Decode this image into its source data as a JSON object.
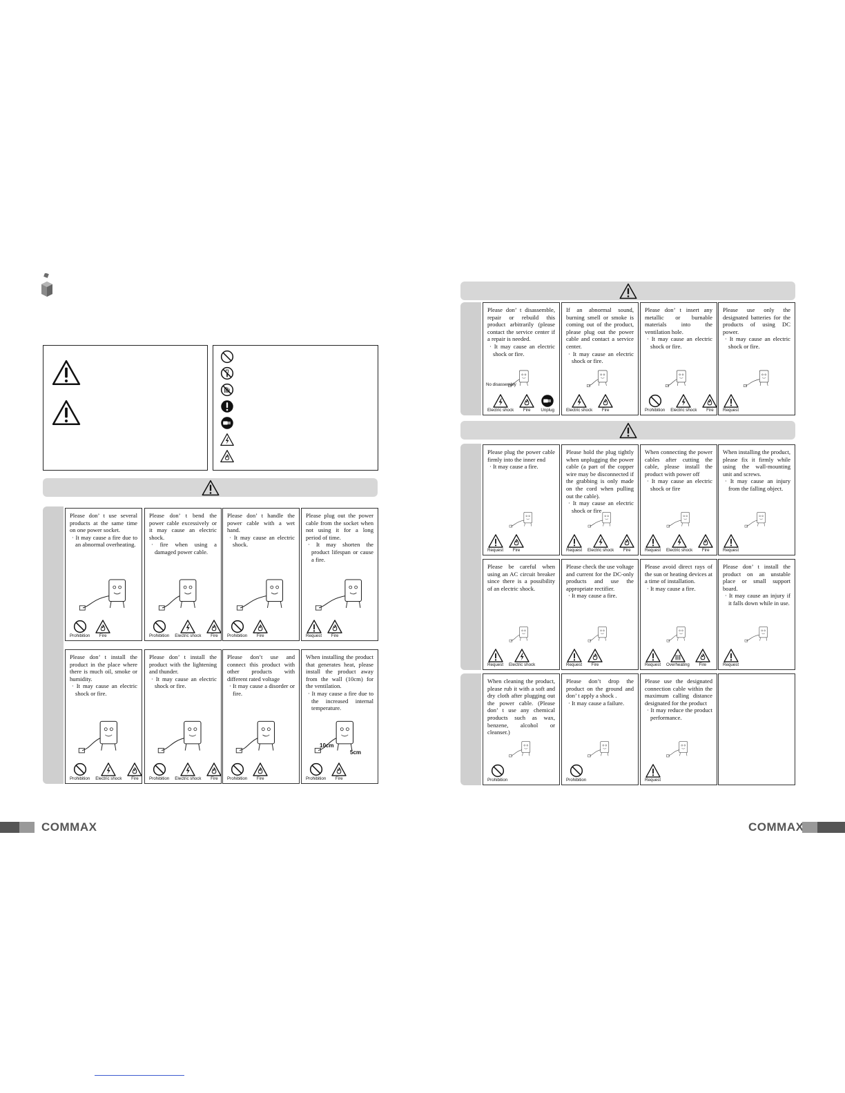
{
  "brand": {
    "left_logo": "COMMAX",
    "right_logo": "COMMAX"
  },
  "left_page": {
    "row1": [
      {
        "lines": [
          "Please don’ t use several products at the same time on one power socket."
        ],
        "subs": [
          "· It may cause a fire due to an abnormal overheating."
        ],
        "icons": [
          [
            "prohibit",
            "Prohibition"
          ],
          [
            "fire",
            "Fire"
          ]
        ]
      },
      {
        "lines": [
          "Please don’ t bend the power cable excessively or it may cause an electric shock."
        ],
        "subs": [
          "· fire when using a damaged power cable."
        ],
        "icons": [
          [
            "prohibit",
            "Prohibition"
          ],
          [
            "shock",
            "Electric shock"
          ],
          [
            "fire",
            "Fire"
          ]
        ]
      },
      {
        "lines": [
          "Please don’ t handle the power cable with a wet hand."
        ],
        "subs": [
          "· It may cause an electric shock."
        ],
        "icons": [
          [
            "prohibit",
            "Prohibition"
          ],
          [
            "fire",
            "Fire"
          ]
        ]
      },
      {
        "lines": [
          "Please plug out the power cable from the socket when not using it for a long period of time."
        ],
        "subs": [
          "· It may shorten the product lifespan or cause a fire."
        ],
        "icons": [
          [
            "request",
            "Request"
          ],
          [
            "fire",
            "Fire"
          ]
        ]
      }
    ],
    "row2": [
      {
        "lines": [
          "Please don’ t install the product in the place where there is much oil, smoke or humidity."
        ],
        "subs": [
          "· It may cause an electric shock or fire."
        ],
        "icons": [
          [
            "prohibit",
            "Prohibition"
          ],
          [
            "shock",
            "Electric shock"
          ],
          [
            "fire",
            "Fire"
          ]
        ]
      },
      {
        "lines": [
          "Please don’ t install the product with the lightening and thunder."
        ],
        "subs": [
          "· It may cause an electric shock or fire."
        ],
        "icons": [
          [
            "prohibit",
            "Prohibition"
          ],
          [
            "shock",
            "Electric shock"
          ],
          [
            "fire",
            "Fire"
          ]
        ]
      },
      {
        "lines": [
          "Please don’t use and connect this product with other products with different rated voltage"
        ],
        "subs": [
          "· It may cause a disorder or fire."
        ],
        "icons": [
          [
            "prohibit",
            "Prohibition"
          ],
          [
            "fire",
            "Fire"
          ]
        ]
      },
      {
        "lines": [
          "When installing the product that generates heat, please install the product away from the wall (10cm) for the ventilation."
        ],
        "subs": [
          "· It may cause a fire due to the increased internal temperature."
        ],
        "icons": [
          [
            "prohibit",
            "Prohibition"
          ],
          [
            "fire",
            "Fire"
          ]
        ],
        "dims": [
          "10cm",
          "5cm"
        ]
      }
    ]
  },
  "right_page": {
    "row1": [
      {
        "lines": [
          "Please don’ t disassemble, repair or rebuild this product arbitrarily (please contact the service center if a repair is needed."
        ],
        "subs": [
          "· It may cause an electric shock or fire."
        ],
        "icons": [
          [
            "shock",
            "Electric shock"
          ],
          [
            "fire",
            "Fire"
          ],
          [
            "unplug",
            "Unplug"
          ]
        ],
        "extra": "No disassembly"
      },
      {
        "lines": [
          "If an abnormal sound, burning smell or smoke is coming out of the product, please plug out the power cable and contact a service center."
        ],
        "subs": [
          "· It may cause an electric shock or fire."
        ],
        "icons": [
          [
            "shock",
            "Electric shock"
          ],
          [
            "fire",
            "Fire"
          ]
        ]
      },
      {
        "lines": [
          "Please don’ t insert any metallic or burnable materials into the ventilation hole."
        ],
        "subs": [
          "· It may cause an electric shock or fire."
        ],
        "icons": [
          [
            "prohibit",
            "Prohibition"
          ],
          [
            "shock",
            "Electric shock"
          ],
          [
            "fire",
            "Fire"
          ]
        ]
      },
      {
        "lines": [
          "Please use only the designated batteries for the products of using DC power."
        ],
        "subs": [
          "· It may cause an electric shock or fire."
        ],
        "icons": [
          [
            "request",
            "Request"
          ]
        ]
      }
    ],
    "row2": [
      {
        "lines": [
          "Please plug the power cable firmly into the inner end"
        ],
        "subs": [
          "· It may cause a fire."
        ],
        "icons": [
          [
            "request",
            "Request"
          ],
          [
            "fire",
            "Fire"
          ]
        ]
      },
      {
        "lines": [
          "Please hold the plug tightly when unplugging the power cable (a part of the copper wire may be disconnected if the grabbing is only made on the cord when pulling out the cable)."
        ],
        "subs": [
          "· It may cause an electric shock or fire"
        ],
        "icons": [
          [
            "request",
            "Request"
          ],
          [
            "shock",
            "Electric shock"
          ],
          [
            "fire",
            "Fire"
          ]
        ]
      },
      {
        "lines": [
          "When connecting the power cables after cutting the cable, please install the product with power off"
        ],
        "subs": [
          "· It may cause an electric shock or fire"
        ],
        "icons": [
          [
            "request",
            "Request"
          ],
          [
            "shock",
            "Electric shock"
          ],
          [
            "fire",
            "Fire"
          ]
        ]
      },
      {
        "lines": [
          "When installing the product, please fix it firmly while using the wall-mounting unit and screws."
        ],
        "subs": [
          "· It may cause an injury from the falling object."
        ],
        "icons": [
          [
            "request",
            "Request"
          ]
        ]
      }
    ],
    "row3": [
      {
        "lines": [
          "Please be careful when using an AC circuit breaker since there is a possibility of an electric shock."
        ],
        "subs": [],
        "icons": [
          [
            "request",
            "Request"
          ],
          [
            "shock",
            "Electric shock"
          ]
        ]
      },
      {
        "lines": [
          "Please check the use voltage and current for the DC-only products and use the appropriate rectifier."
        ],
        "subs": [
          "· It may cause a fire."
        ],
        "icons": [
          [
            "request",
            "Request"
          ],
          [
            "fire",
            "Fire"
          ]
        ]
      },
      {
        "lines": [
          "Please avoid direct rays of the sun or heating devices at a time of installation."
        ],
        "subs": [
          "· It may cause a fire."
        ],
        "icons": [
          [
            "request",
            "Request"
          ],
          [
            "heat",
            "Overheating"
          ],
          [
            "fire",
            "Fire"
          ]
        ]
      },
      {
        "lines": [
          "Please don’ t install the product on an unstable place or small support board."
        ],
        "subs": [
          "· It may cause an injury if it falls down while in use."
        ],
        "icons": [
          [
            "request",
            "Request"
          ]
        ]
      }
    ],
    "row4": [
      {
        "lines": [
          "When cleaning the product, please rub it with a soft and dry cloth after plugging out the power cable. (Please don’ t use any chemical products such as wax, benzene, alcohol or cleanser.)"
        ],
        "subs": [],
        "icons": [
          [
            "prohibit",
            "Prohibition"
          ]
        ]
      },
      {
        "lines": [
          "Please don’t drop the product on the ground and don’ t apply a shock ."
        ],
        "subs": [
          "· It may cause a failure."
        ],
        "icons": [
          [
            "prohibit",
            "Prohibition"
          ]
        ]
      },
      {
        "lines": [
          "Please use the designated connection cable within the maximum calling distance designated for the product"
        ],
        "subs": [
          "· It may reduce the product performance."
        ],
        "icons": [
          [
            "request",
            "Request"
          ]
        ]
      },
      {
        "lines": [],
        "subs": [],
        "icons": []
      }
    ]
  }
}
